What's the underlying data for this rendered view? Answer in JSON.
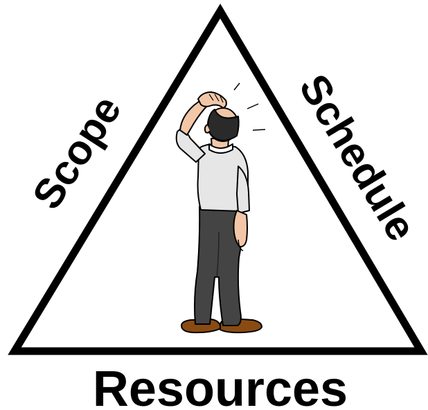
{
  "diagram": {
    "type": "project-management-triangle",
    "left_side_label": "Scope",
    "right_side_label": "Schedule",
    "bottom_label": "Resources",
    "center_figure": "confused-man-scratching-head-icon",
    "colors": {
      "outline": "#000000",
      "background": "#ffffff",
      "shirt": "#e6e6e6",
      "trousers": "#444444",
      "skin": "#f2c7a8",
      "shoes": "#8a4b12"
    }
  }
}
